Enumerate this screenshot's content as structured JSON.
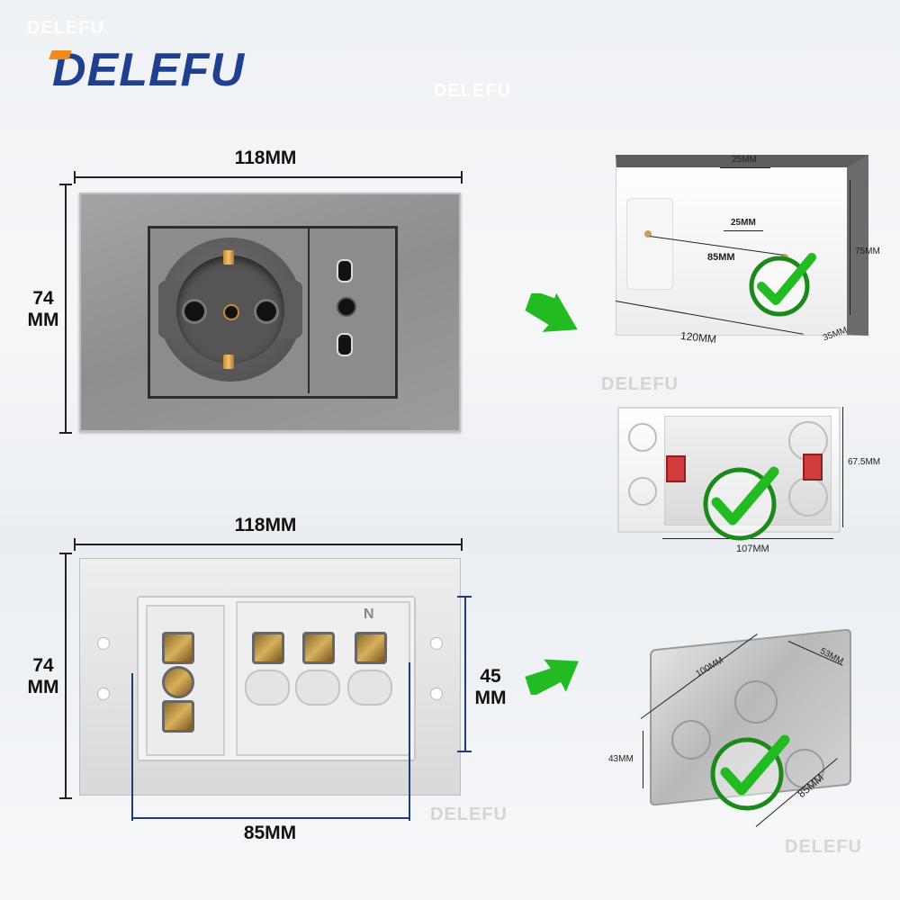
{
  "brand": {
    "logo_text": "DELEFU",
    "watermark": "DELEFU",
    "logo_color": "#1f3f8f",
    "accent": "#f08a1c"
  },
  "front_dims": {
    "width": "118MM",
    "height_line1": "74",
    "height_line2": "MM"
  },
  "back_dims": {
    "width": "118MM",
    "height_line1": "74",
    "height_line2": "MM",
    "module_height_line1": "45",
    "module_height_line2": "MM",
    "module_width": "85MM"
  },
  "box1": {
    "top_slot": "25MM",
    "inner_slot": "25MM",
    "hole_spacing": "85MM",
    "height": "75MM",
    "width": "120MM",
    "depth": "35MM"
  },
  "box2": {
    "height": "67.5MM",
    "width": "107MM"
  },
  "box3": {
    "length": "100MM",
    "depth": "53MM",
    "height": "43MM",
    "width": "85MM"
  },
  "back_terminals": {
    "neutral_label": "N"
  },
  "icons": {
    "arrow": "green-arrow-icon",
    "check": "check-circle-icon",
    "arrow_color": "#22bb22",
    "check_color": "#1b8a1b"
  }
}
